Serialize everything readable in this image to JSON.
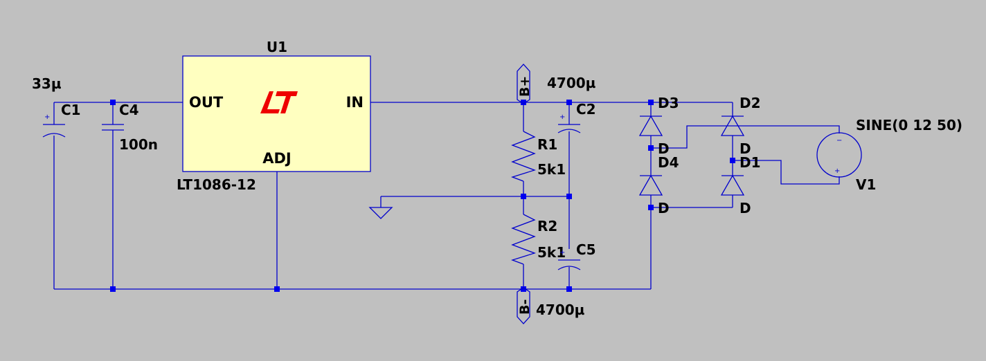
{
  "components": {
    "u1": {
      "ref": "U1",
      "part": "LT1086-12",
      "pin_out": "OUT",
      "pin_in": "IN",
      "pin_adj": "ADJ",
      "logo": "lt-logo",
      "body_color": "#ffffc0",
      "logo_color": "#ee0000"
    },
    "c1": {
      "ref": "C1",
      "value": "33µ",
      "polarity": "+"
    },
    "c4": {
      "ref": "C4",
      "value": "100n"
    },
    "c2": {
      "ref": "C2",
      "value": "4700µ",
      "polarity": "+"
    },
    "c5": {
      "ref": "C5",
      "value": "4700µ",
      "polarity": "+"
    },
    "r1": {
      "ref": "R1",
      "value": "5k1"
    },
    "r2": {
      "ref": "R2",
      "value": "5k1"
    },
    "d1": {
      "ref": "D1",
      "model": "D"
    },
    "d2": {
      "ref": "D2",
      "model": "D"
    },
    "d3": {
      "ref": "D3",
      "model": "D"
    },
    "d4": {
      "ref": "D4",
      "model": "D"
    },
    "v1": {
      "ref": "V1",
      "spec": "SINE(0 12 50)",
      "plus": "+",
      "minus": "−"
    }
  },
  "ports": {
    "b_plus": "B+",
    "b_minus": "B-"
  },
  "colors": {
    "background": "#c0c0c0",
    "wire": "#0000cc",
    "junction": "#0000ee",
    "text": "#000000"
  }
}
